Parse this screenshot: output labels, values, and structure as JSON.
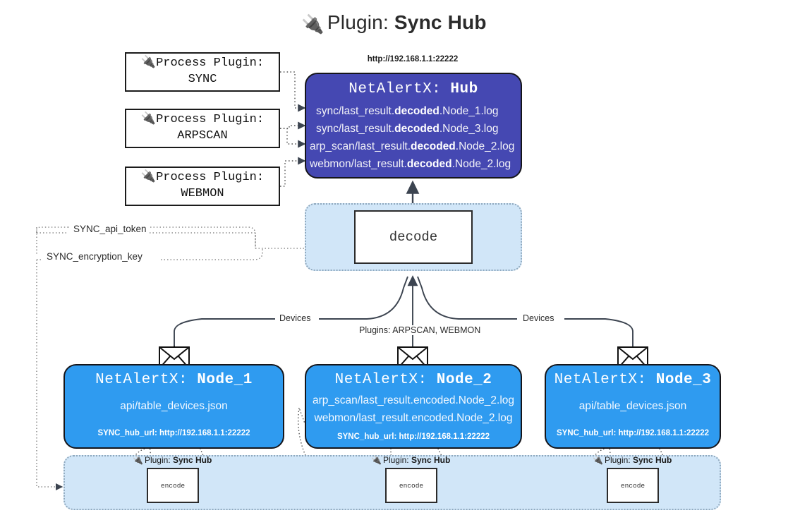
{
  "title": {
    "icon": "plug-icon",
    "label": "Plugin:",
    "name": "Sync Hub"
  },
  "process_plugins": [
    {
      "line1": "Process Plugin:",
      "line2": "SYNC",
      "icon": "plug-icon"
    },
    {
      "line1": "Process Plugin:",
      "line2": "ARPSCAN",
      "icon": "plug-icon"
    },
    {
      "line1": "Process Plugin:",
      "line2": "WEBMON",
      "icon": "plug-icon"
    }
  ],
  "hub": {
    "url": "http://192.168.1.1:22222",
    "title_prefix": "NetAlertX:",
    "title_name": "Hub",
    "rows": [
      {
        "pre": "sync/last_result.",
        "em": "decoded",
        "post": ".Node_1.log"
      },
      {
        "pre": "sync/last_result.",
        "em": "decoded",
        "post": ".Node_3.log"
      },
      {
        "pre": "arp_scan/last_result.",
        "em": "decoded",
        "post": ".Node_2.log"
      },
      {
        "pre": "webmon/last_result.",
        "em": "decoded",
        "post": ".Node_2.log"
      }
    ]
  },
  "decode": {
    "label": "decode"
  },
  "secrets": [
    {
      "label": "SYNC_api_token"
    },
    {
      "label": "SYNC_encryption_key"
    }
  ],
  "edge_labels": {
    "devices_left": "Devices",
    "devices_right": "Devices",
    "plugins_center": "Plugins: ARPSCAN, WEBMON"
  },
  "nodes": [
    {
      "title_prefix": "NetAlertX:",
      "title_name": "Node_1",
      "lines": [
        "api/table_devices.json"
      ],
      "url_key": "SYNC_hub_url:",
      "url_value": "http://192.168.1.1:22222",
      "envelope_icon": "envelope-icon"
    },
    {
      "title_prefix": "NetAlertX:",
      "title_name": "Node_2",
      "lines": [
        "arp_scan/last_result.encoded.Node_2.log",
        "webmon/last_result.encoded.Node_2.log"
      ],
      "url_key": "SYNC_hub_url:",
      "url_value": "http://192.168.1.1:22222",
      "envelope_icon": "envelope-icon"
    },
    {
      "title_prefix": "NetAlertX:",
      "title_name": "Node_3",
      "lines": [
        "api/table_devices.json"
      ],
      "url_key": "SYNC_hub_url:",
      "url_value": "http://192.168.1.1:22222",
      "envelope_icon": "envelope-icon"
    }
  ],
  "encoders": [
    {
      "tag_label": "Plugin:",
      "tag_name": "Sync Hub",
      "box_label": "encode",
      "icon": "plug-icon"
    },
    {
      "tag_label": "Plugin:",
      "tag_name": "Sync Hub",
      "box_label": "encode",
      "icon": "plug-icon"
    },
    {
      "tag_label": "Plugin:",
      "tag_name": "Sync Hub",
      "box_label": "encode",
      "icon": "plug-icon"
    }
  ],
  "colors": {
    "hub": "#4548b2",
    "node": "#2f9bf0",
    "container": "#d1e6f8",
    "stroke": "#2b2b2b"
  }
}
